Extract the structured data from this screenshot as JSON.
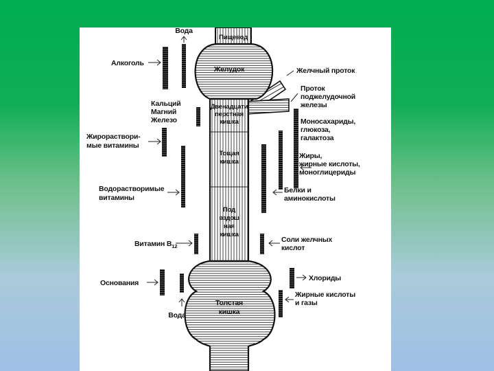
{
  "slide": {
    "background_top": "#00ad4f",
    "background_bottom": "#9fbfe6",
    "figure_background": "#ffffff"
  },
  "diagram": {
    "organs": {
      "esophagus": "Пищевод",
      "stomach": "Желудок",
      "duodenum": [
        "Двенадцати",
        "перстная",
        "кишка"
      ],
      "jejunum": [
        "Тощая",
        "кишка"
      ],
      "ileum": [
        "Под",
        "вздош",
        "ная",
        "кишка"
      ],
      "colon": [
        "Толстая",
        "кишка"
      ],
      "bile_duct": "Желчный проток",
      "pancreatic_duct": [
        "Проток",
        "поджелудочной",
        "железы"
      ]
    },
    "left_labels": {
      "water_top": "Вода",
      "alcohol": "Алкоголь",
      "minerals": [
        "Кальций",
        "Магний",
        "Железо"
      ],
      "fat_soluble": [
        "Жирораствори-",
        "мые витамины"
      ],
      "water_soluble": [
        "Водорастворимые",
        "витамины"
      ],
      "b12": "Витамин B",
      "b12_sub": "12",
      "bases": "Основания",
      "water_bottom": "Вода"
    },
    "right_labels": {
      "monosaccharides": [
        "Моносахариды,",
        "глюкоза,",
        "галактоза"
      ],
      "fats": [
        "Жиры,",
        "жирные кислоты,",
        "моноглицериды"
      ],
      "proteins": [
        "Белки и",
        "аминокислоты"
      ],
      "bile_salts": [
        "Соли желчных",
        "кислот"
      ],
      "chlorides": "Хлориды",
      "fatty_acids_gases": [
        "Жирные кислоты",
        "и газы"
      ]
    }
  }
}
